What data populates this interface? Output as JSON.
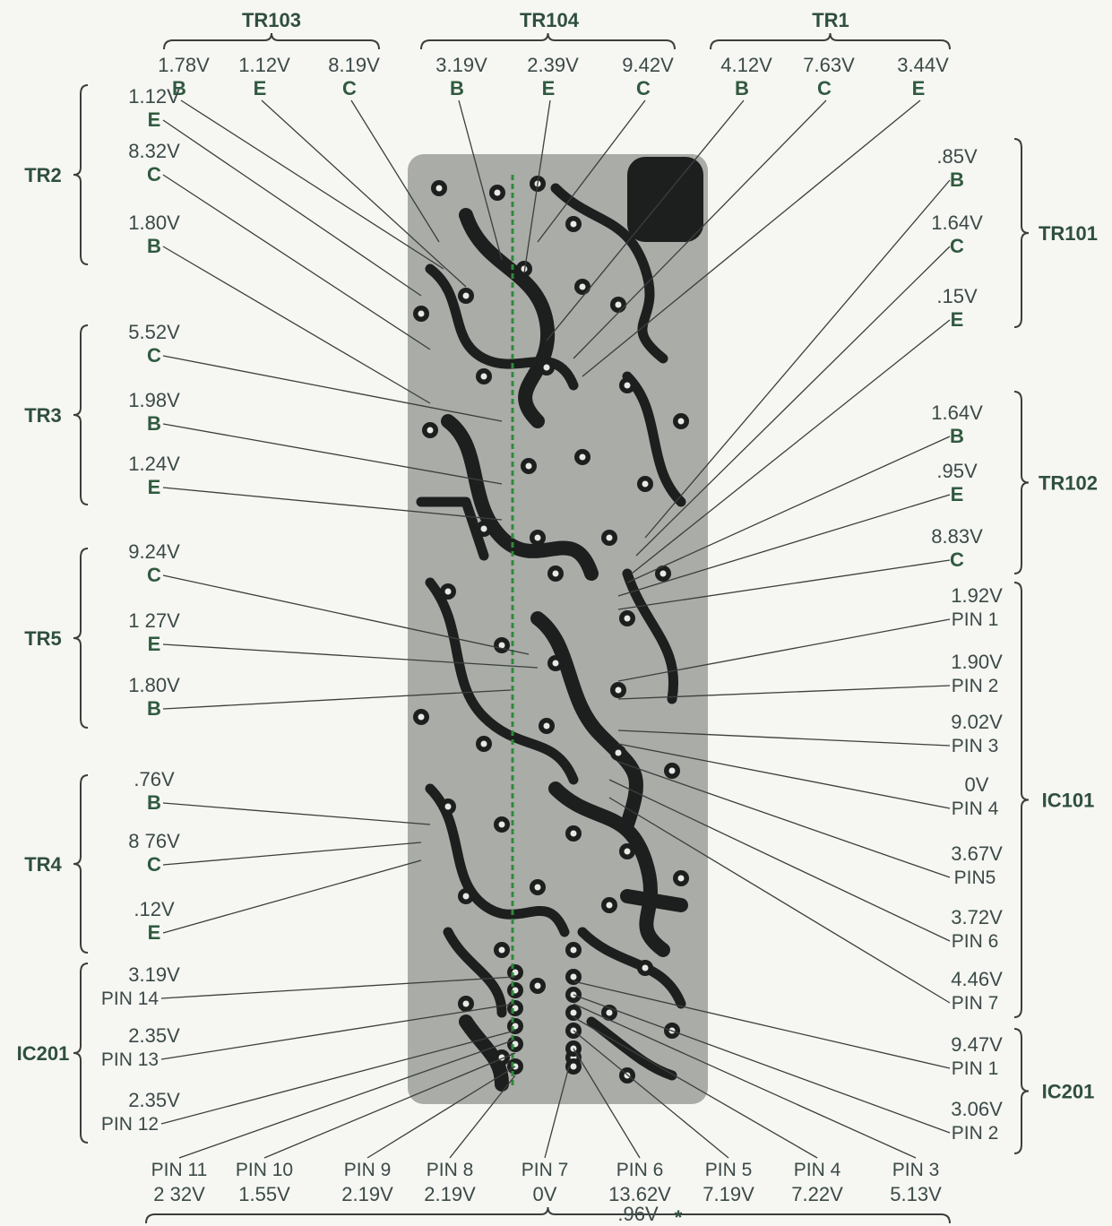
{
  "top_groups": [
    {
      "name": "TR103",
      "points": [
        {
          "v": "1.78V",
          "t": "B"
        },
        {
          "v": "1.12V",
          "t": "E"
        },
        {
          "v": "8.19V",
          "t": "C"
        }
      ]
    },
    {
      "name": "TR104",
      "points": [
        {
          "v": "3.19V",
          "t": "B"
        },
        {
          "v": "2.39V",
          "t": "E"
        },
        {
          "v": "9.42V",
          "t": "C"
        }
      ]
    },
    {
      "name": "TR1",
      "points": [
        {
          "v": "4.12V",
          "t": "B"
        },
        {
          "v": "7.63V",
          "t": "C"
        },
        {
          "v": "3.44V",
          "t": "E"
        }
      ]
    }
  ],
  "left_groups": [
    {
      "name": "TR2",
      "points": [
        {
          "v": "1.12V",
          "t": "E"
        },
        {
          "v": "8.32V",
          "t": "C"
        },
        {
          "v": "1.80V",
          "t": "B"
        }
      ]
    },
    {
      "name": "TR3",
      "points": [
        {
          "v": "5.52V",
          "t": "C"
        },
        {
          "v": "1.98V",
          "t": "B"
        },
        {
          "v": "1.24V",
          "t": "E"
        }
      ]
    },
    {
      "name": "TR5",
      "points": [
        {
          "v": "9.24V",
          "t": "C"
        },
        {
          "v": "1 27V",
          "t": "E"
        },
        {
          "v": "1.80V",
          "t": "B"
        }
      ]
    },
    {
      "name": "TR4",
      "points": [
        {
          "v": ".76V",
          "t": "B"
        },
        {
          "v": "8 76V",
          "t": "C"
        },
        {
          "v": ".12V",
          "t": "E"
        }
      ]
    },
    {
      "name": "IC201",
      "points": [
        {
          "v": "3.19V",
          "t": "PIN 14"
        },
        {
          "v": "2.35V",
          "t": "PIN 13"
        },
        {
          "v": "2.35V",
          "t": "PIN 12"
        }
      ]
    }
  ],
  "right_groups": [
    {
      "name": "TR101",
      "points": [
        {
          "v": ".85V",
          "t": "B"
        },
        {
          "v": "1.64V",
          "t": "C"
        },
        {
          "v": ".15V",
          "t": "E"
        }
      ]
    },
    {
      "name": "TR102",
      "points": [
        {
          "v": "1.64V",
          "t": "B"
        },
        {
          "v": ".95V",
          "t": "E"
        },
        {
          "v": "8.83V",
          "t": "C"
        }
      ]
    },
    {
      "name": "IC101",
      "points": [
        {
          "v": "1.92V",
          "t": "PIN 1"
        },
        {
          "v": "1.90V",
          "t": "PIN 2"
        },
        {
          "v": "9.02V",
          "t": "PIN 3"
        },
        {
          "v": "0V",
          "t": "PIN 4"
        },
        {
          "v": "3.67V",
          "t": "PIN5"
        },
        {
          "v": "3.72V",
          "t": "PIN 6"
        },
        {
          "v": "4.46V",
          "t": "PIN 7"
        }
      ]
    },
    {
      "name": "IC201",
      "points": [
        {
          "v": "9.47V",
          "t": "PIN 1"
        },
        {
          "v": "3.06V",
          "t": "PIN 2"
        }
      ]
    }
  ],
  "bottom_pins": [
    {
      "t": "PIN 11",
      "v": "2 32V"
    },
    {
      "t": "PIN 10",
      "v": "1.55V"
    },
    {
      "t": "PIN 9",
      "v": "2.19V"
    },
    {
      "t": "PIN 8",
      "v": "2.19V"
    },
    {
      "t": "PIN 7",
      "v": "0V"
    },
    {
      "t": "PIN 6",
      "v": "13.62V"
    },
    {
      "t": "PIN 5",
      "v": "7.19V"
    },
    {
      "t": "PIN 4",
      "v": "7.22V"
    },
    {
      "t": "PIN 3",
      "v": "5.13V"
    }
  ],
  "footnote": ".96V",
  "footnote_mark": "*",
  "colors": {
    "board": "#a9aca7",
    "trace": "#1d1f1e",
    "label_green": "#2f5a3f",
    "probe_line": "#2e8a3e"
  }
}
